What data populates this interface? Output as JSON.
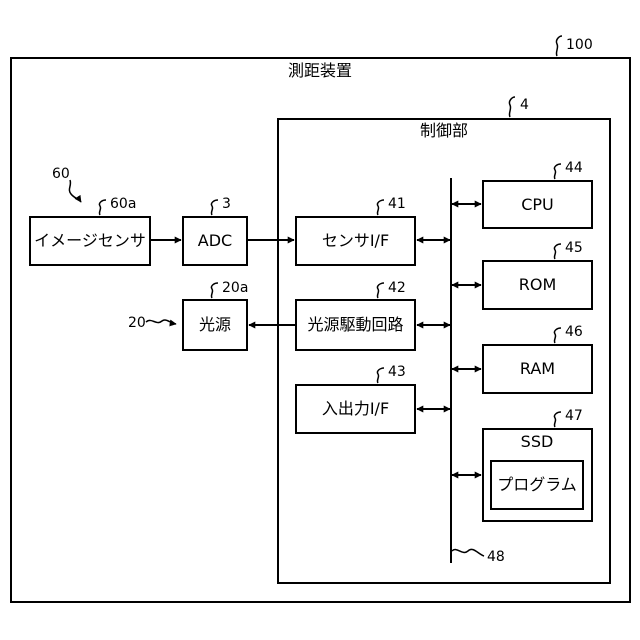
{
  "outer": {
    "title": "測距装置",
    "ref": "100"
  },
  "control": {
    "title": "制御部",
    "ref": "4"
  },
  "image_sensor": {
    "label": "イメージセンサ",
    "ref": "60a",
    "group_ref": "60"
  },
  "adc": {
    "label": "ADC",
    "ref": "3"
  },
  "light_source": {
    "label": "光源",
    "ref": "20a",
    "group_ref": "20"
  },
  "sensor_if": {
    "label": "センサI/F",
    "ref": "41"
  },
  "light_driver": {
    "label": "光源駆動回路",
    "ref": "42"
  },
  "io_if": {
    "label": "入出力I/F",
    "ref": "43"
  },
  "cpu": {
    "label": "CPU",
    "ref": "44"
  },
  "rom": {
    "label": "ROM",
    "ref": "45"
  },
  "ram": {
    "label": "RAM",
    "ref": "46"
  },
  "ssd": {
    "label": "SSD",
    "ref": "47",
    "program": "プログラム"
  },
  "bus": {
    "ref": "48"
  }
}
